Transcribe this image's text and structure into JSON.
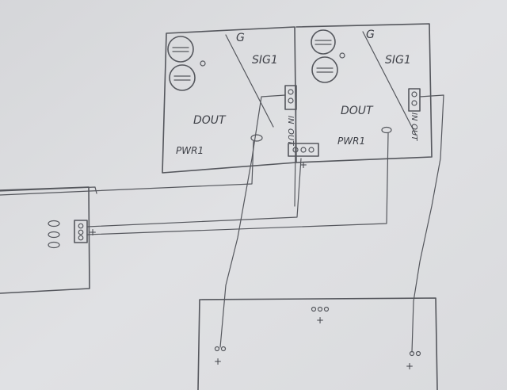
{
  "paper_color": "#dcdde0",
  "ink_color": "#55575d",
  "left_module": {
    "label_sig": "SIG1",
    "label_dout": "DOUT",
    "label_pwr": "PWR1",
    "label_in": "IN",
    "label_out": "OUT",
    "label_g": "G",
    "label_plus": "+"
  },
  "right_module": {
    "label_sig": "SIG1",
    "label_dout": "DOUT",
    "label_pwr": "PWR1",
    "label_in": "IN",
    "label_out": "OUT",
    "label_g": "G"
  },
  "connector_plus": "+",
  "bottom_board": {
    "center_plus": "+",
    "left_plus": "+",
    "right_plus": "+"
  }
}
